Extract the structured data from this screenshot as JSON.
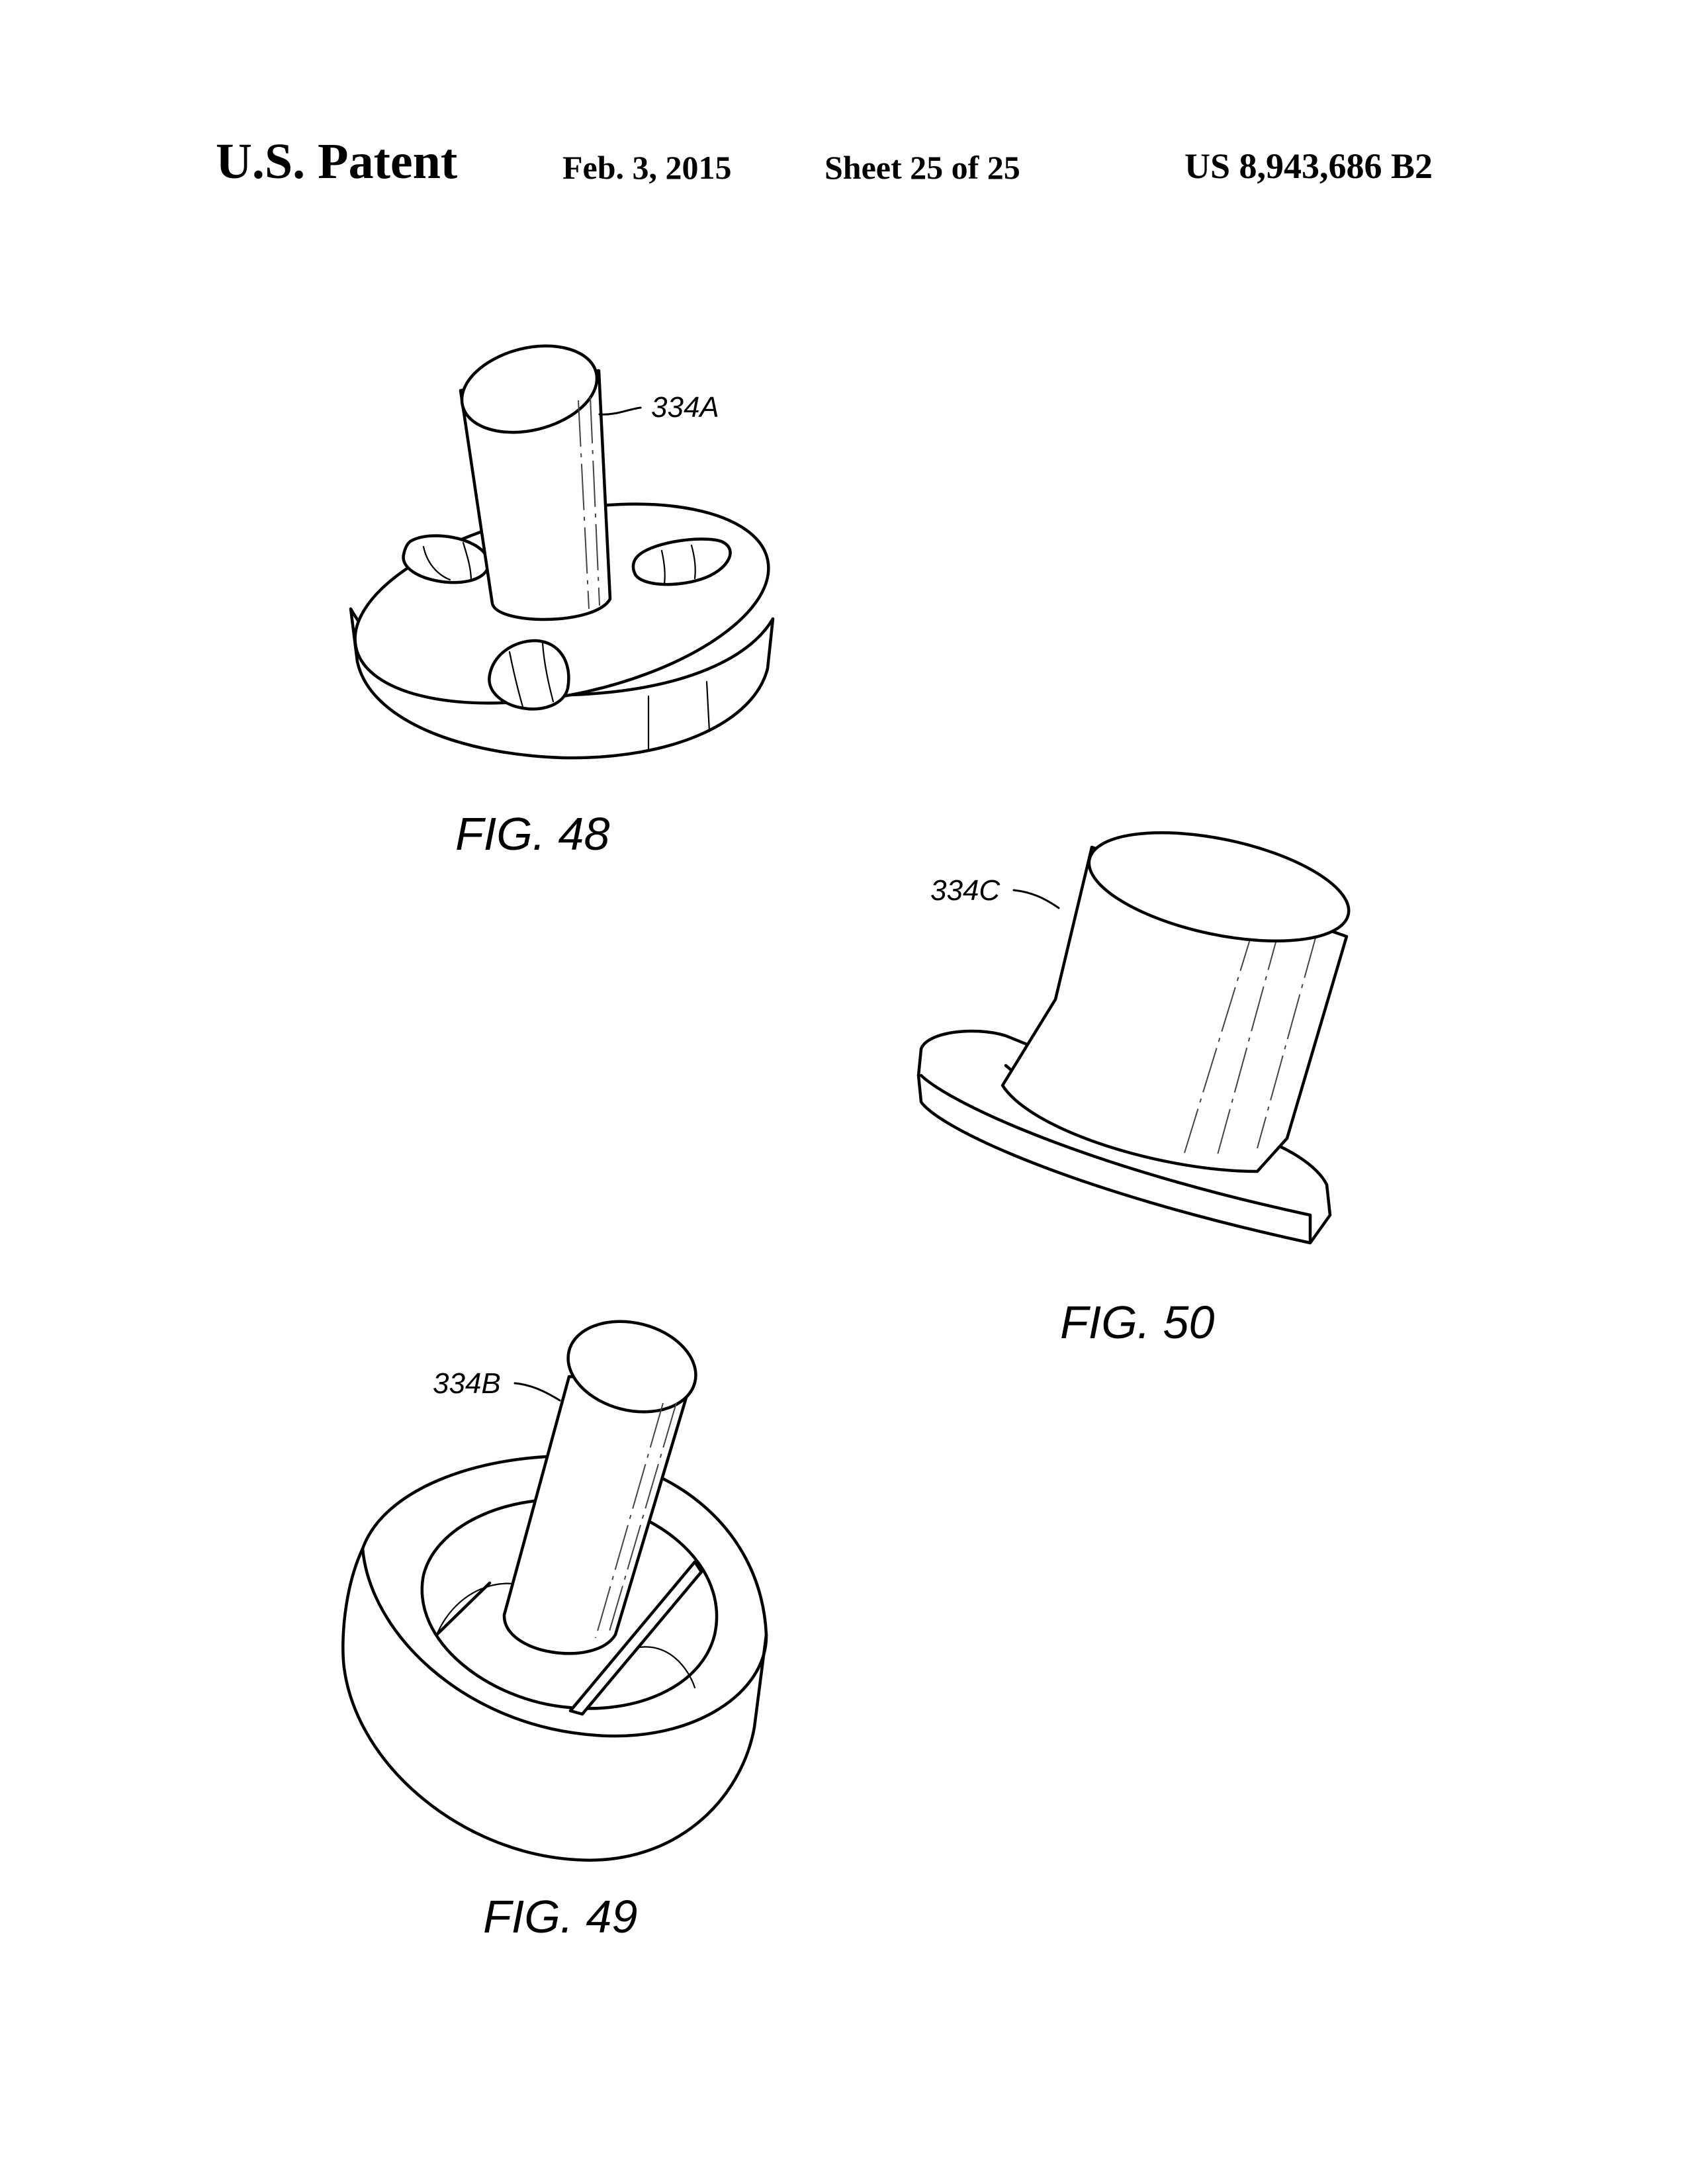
{
  "header": {
    "title": "U.S. Patent",
    "date": "Feb. 3, 2015",
    "sheet": "Sheet 25 of 25",
    "patent_number": "US 8,943,686 B2"
  },
  "figures": [
    {
      "caption": "FIG. 48",
      "reference": "334A"
    },
    {
      "caption": "FIG. 49",
      "reference": "334B"
    },
    {
      "caption": "FIG. 50",
      "reference": "334C"
    }
  ]
}
